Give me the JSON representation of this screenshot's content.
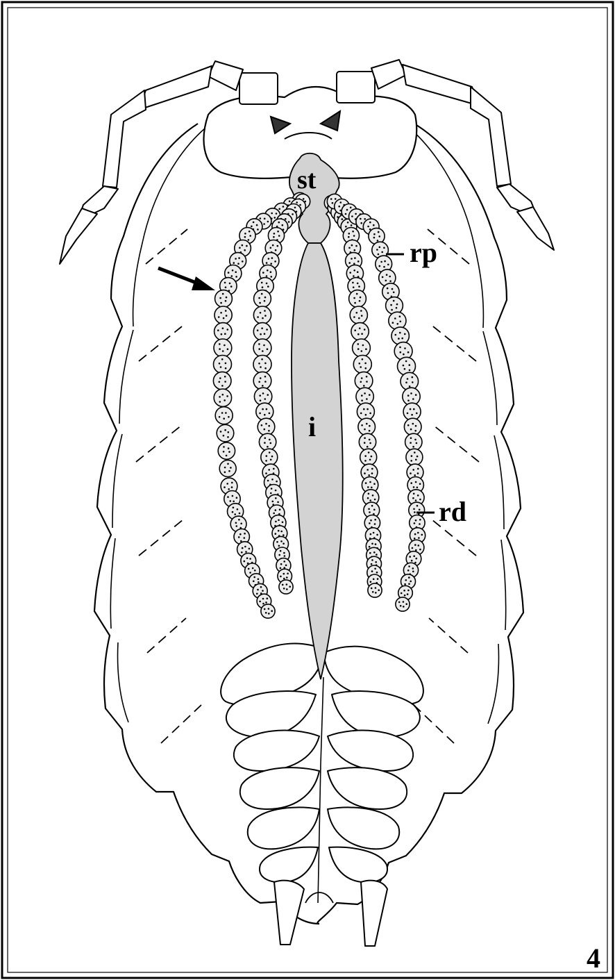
{
  "figure": {
    "labels": {
      "stomach": "st",
      "intestine": "i",
      "proximal": "rp",
      "distal": "rd"
    },
    "panel_number": "4",
    "colors": {
      "line": "#000000",
      "background": "#ffffff",
      "gut_fill": "#d3d3d3",
      "gland_fill": "#ececec"
    }
  }
}
